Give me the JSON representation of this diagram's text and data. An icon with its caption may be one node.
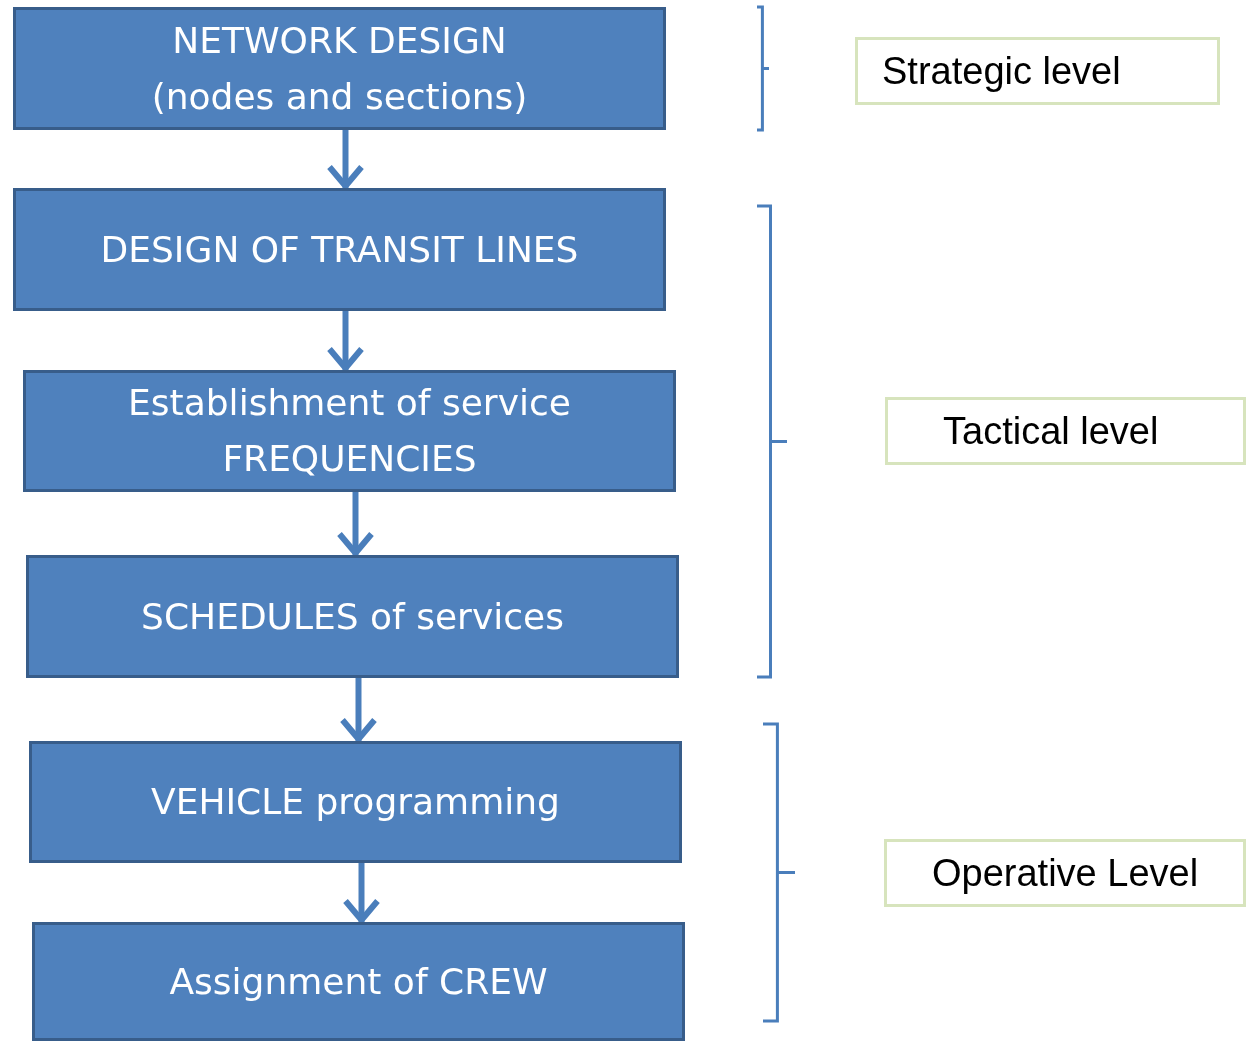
{
  "diagram": {
    "nodes": [
      {
        "text": [
          "NETWORK DESIGN (nodes and sections)"
        ]
      },
      {
        "text": [
          "DESIGN OF TRANSIT LINES"
        ]
      },
      {
        "text": [
          "Establishment of service FREQUENCIES"
        ]
      },
      {
        "text": [
          "SCHEDULES of services"
        ]
      },
      {
        "text": [
          "VEHICLE programming"
        ]
      },
      {
        "text": [
          "Assignment of CREW"
        ]
      },
      {
        "text": [
          "Strategic level"
        ]
      },
      {
        "text": [
          "Tactical level"
        ]
      },
      {
        "text": [
          "Operative Level"
        ]
      }
    ],
    "edges": [
      {
        "from": 0,
        "to": 1,
        "arrow": "to"
      },
      {
        "from": 1,
        "to": 2,
        "arrow": "to"
      },
      {
        "from": 2,
        "to": 3,
        "arrow": "to"
      },
      {
        "from": 3,
        "to": 4,
        "arrow": "to"
      },
      {
        "from": 4,
        "to": 5,
        "arrow": "to"
      }
    ]
  }
}
